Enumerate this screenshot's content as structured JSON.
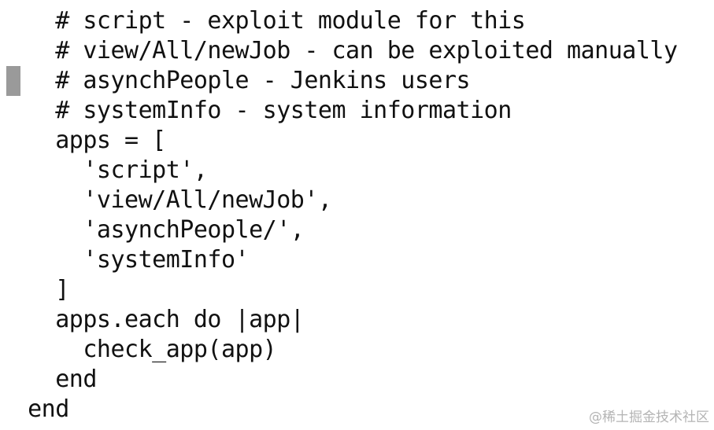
{
  "code": {
    "lines": [
      "    # script - exploit module for this",
      "    # view/All/newJob - can be exploited manually",
      "    # asynchPeople - Jenkins users",
      "    # systemInfo - system information",
      "    apps = [",
      "      'script',",
      "      'view/All/newJob',",
      "      'asynchPeople/',",
      "      'systemInfo'",
      "    ]",
      "    apps.each do |app|",
      "      check_app(app)",
      "    end",
      "  end"
    ]
  },
  "watermark": {
    "text": "@稀土掘金技术社区"
  }
}
